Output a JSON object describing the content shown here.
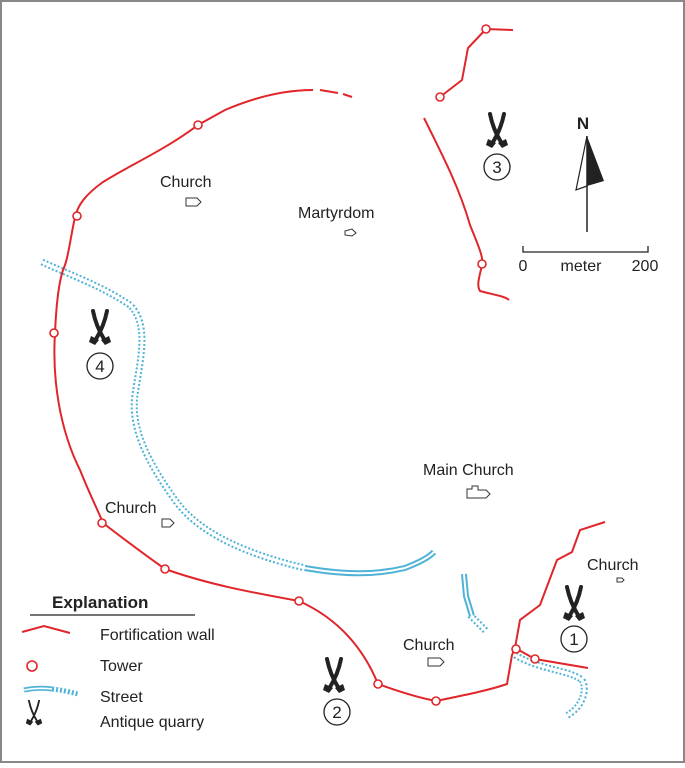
{
  "colors": {
    "wall": "#e0262b",
    "street": "#4fb3d6",
    "ink": "#222222",
    "frame": "#888888"
  },
  "labels": {
    "church_nw": "Church",
    "martyrdom": "Martyrdom",
    "main_church": "Main Church",
    "church_w": "Church",
    "church_s": "Church",
    "church_e": "Church"
  },
  "quarries": {
    "q1": "1",
    "q2": "2",
    "q3": "3",
    "q4": "4"
  },
  "north_arrow": {
    "label": "N"
  },
  "scale_bar": {
    "start": "0",
    "unit": "meter",
    "end": "200"
  },
  "legend": {
    "title": "Explanation",
    "items": {
      "wall": "Fortification wall",
      "tower": "Tower",
      "street": "Street",
      "quarry": "Antique quarry"
    }
  }
}
